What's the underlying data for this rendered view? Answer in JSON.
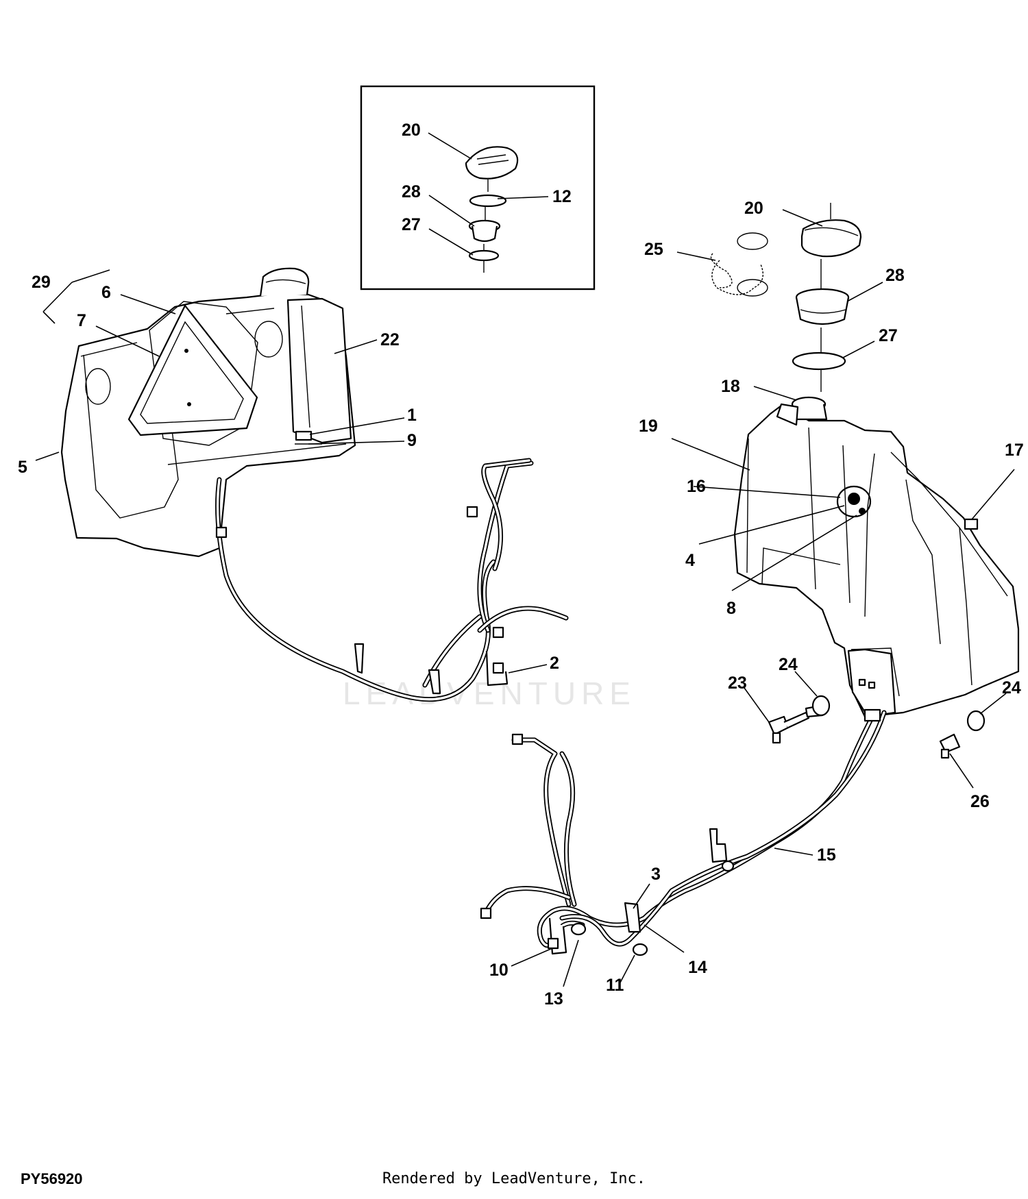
{
  "figure_code": "PY56920",
  "credit": "Rendered by LeadVenture, Inc.",
  "watermark": "LEADVENTURE",
  "callouts": {
    "c20_inset": "20",
    "c12": "12",
    "c28_inset": "28",
    "c27_inset": "27",
    "c20": "20",
    "c25": "25",
    "c28": "28",
    "c27": "27",
    "c18": "18",
    "c19": "19",
    "c16": "16",
    "c17": "17",
    "c4": "4",
    "c8": "8",
    "c29": "29",
    "c6": "6",
    "c7": "7",
    "c22": "22",
    "c1": "1",
    "c9": "9",
    "c5": "5",
    "c2": "2",
    "c23": "23",
    "c24_a": "24",
    "c24_b": "24",
    "c26": "26",
    "c15": "15",
    "c3": "3",
    "c14": "14",
    "c10": "10",
    "c13": "13",
    "c11": "11"
  }
}
